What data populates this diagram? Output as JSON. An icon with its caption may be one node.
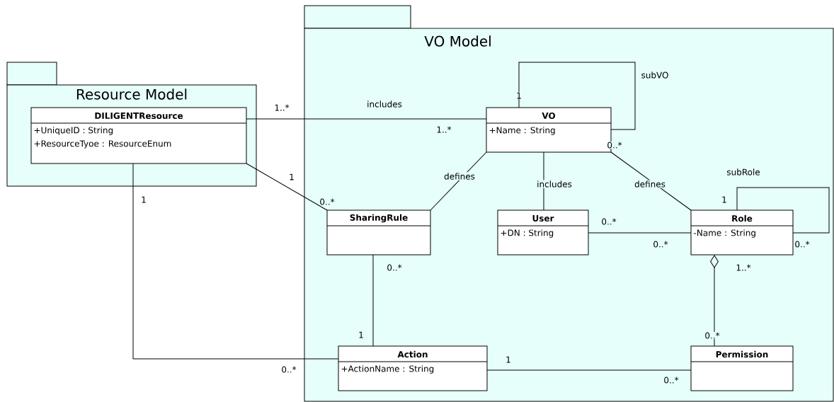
{
  "diagram": {
    "nodes": [
      {
        "text": [
          "VO Model"
        ]
      },
      {
        "text": [
          "Resource Model"
        ]
      },
      {
        "text": [
          "DILIGENTResource",
          "+UniqueID : String",
          "+ResourceTyoe : ResourceEnum"
        ],
        "in": 1
      },
      {
        "text": [
          "VO",
          "+Name : String"
        ],
        "in": 0
      },
      {
        "text": [
          "SharingRule"
        ],
        "in": 0
      },
      {
        "text": [
          "User",
          "+DN : String"
        ],
        "in": 0
      },
      {
        "text": [
          "Role",
          "-Name : String"
        ],
        "in": 0
      },
      {
        "text": [
          "Action",
          "+ActionName : String"
        ],
        "in": 0
      },
      {
        "text": [
          "Permission"
        ],
        "in": 0
      }
    ],
    "edges": [
      {
        "from": 2,
        "to": 3,
        "arrow": "none",
        "label": "includes"
      },
      {
        "from": 3,
        "to": 3,
        "arrow": "none",
        "label": "subVO"
      },
      {
        "from": 3,
        "to": 4,
        "arrow": "none",
        "label": "defines"
      },
      {
        "from": 3,
        "to": 5,
        "arrow": "none",
        "label": "includes"
      },
      {
        "from": 3,
        "to": 6,
        "arrow": "none",
        "label": "defines"
      },
      {
        "from": 6,
        "to": 6,
        "arrow": "none",
        "label": "subRole"
      },
      {
        "from": 2,
        "to": 4,
        "arrow": "none"
      },
      {
        "from": 5,
        "to": 6,
        "arrow": "none"
      },
      {
        "from": 4,
        "to": 7,
        "arrow": "none"
      },
      {
        "from": 2,
        "to": 7,
        "arrow": "none"
      },
      {
        "from": 7,
        "to": 8,
        "arrow": "none"
      },
      {
        "from": 6,
        "to": 8,
        "arrow": "other"
      }
    ],
    "labels": [
      "1..*",
      "1",
      "0..*",
      "1..*",
      "1",
      "1",
      "0..*",
      "1",
      "0..*",
      "0..*",
      "0..*",
      "0..*",
      "1..*",
      "1",
      "0..*",
      "1",
      "0..*",
      "0..*"
    ]
  }
}
